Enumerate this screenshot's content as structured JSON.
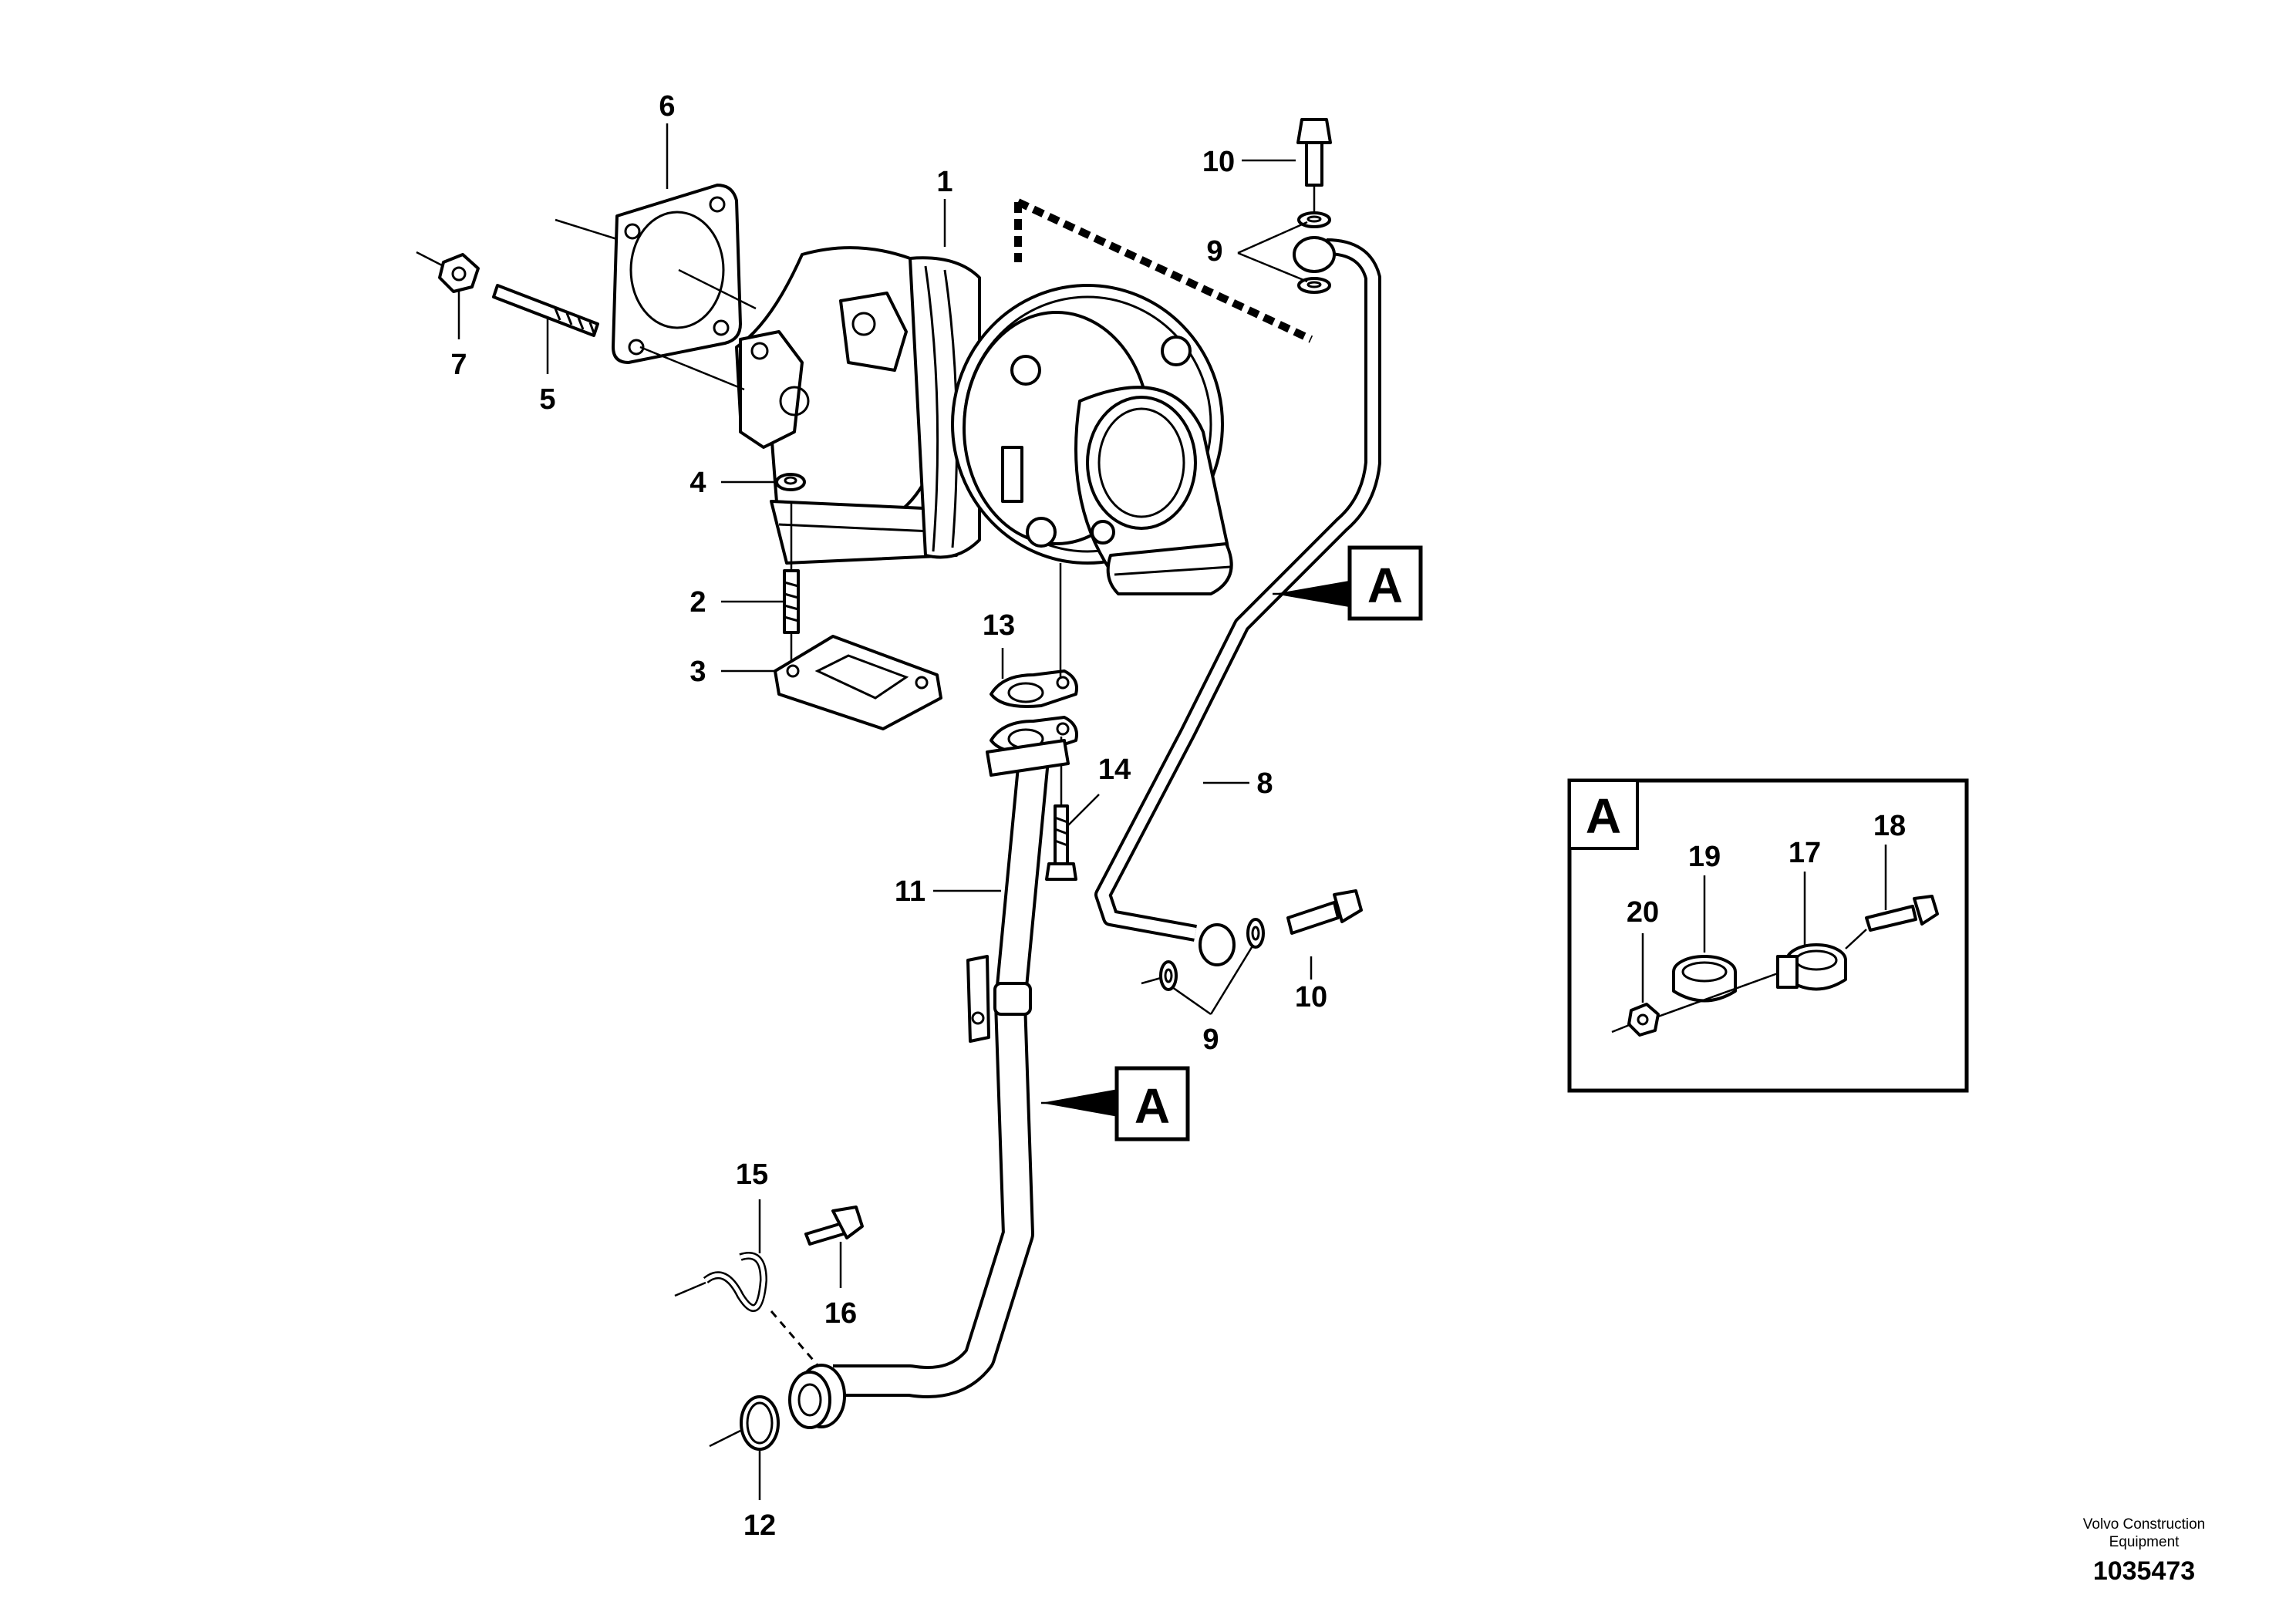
{
  "diagram": {
    "callouts": [
      {
        "id": "c1",
        "text": "1"
      },
      {
        "id": "c2",
        "text": "2"
      },
      {
        "id": "c3",
        "text": "3"
      },
      {
        "id": "c4",
        "text": "4"
      },
      {
        "id": "c5",
        "text": "5"
      },
      {
        "id": "c6",
        "text": "6"
      },
      {
        "id": "c7",
        "text": "7"
      },
      {
        "id": "c8",
        "text": "8"
      },
      {
        "id": "c9a",
        "text": "9"
      },
      {
        "id": "c9b",
        "text": "9"
      },
      {
        "id": "c10a",
        "text": "10"
      },
      {
        "id": "c10b",
        "text": "10"
      },
      {
        "id": "c11",
        "text": "11"
      },
      {
        "id": "c12",
        "text": "12"
      },
      {
        "id": "c13",
        "text": "13"
      },
      {
        "id": "c14",
        "text": "14"
      },
      {
        "id": "c15",
        "text": "15"
      },
      {
        "id": "c16",
        "text": "16"
      },
      {
        "id": "c17",
        "text": "17"
      },
      {
        "id": "c18",
        "text": "18"
      },
      {
        "id": "c19",
        "text": "19"
      },
      {
        "id": "c20",
        "text": "20"
      }
    ],
    "detail_refs": [
      "A",
      "A"
    ],
    "detail_view": {
      "label": "A"
    }
  },
  "footer": {
    "credit_line1": "Volvo Construction",
    "credit_line2": "Equipment",
    "doc_number": "1035473"
  }
}
